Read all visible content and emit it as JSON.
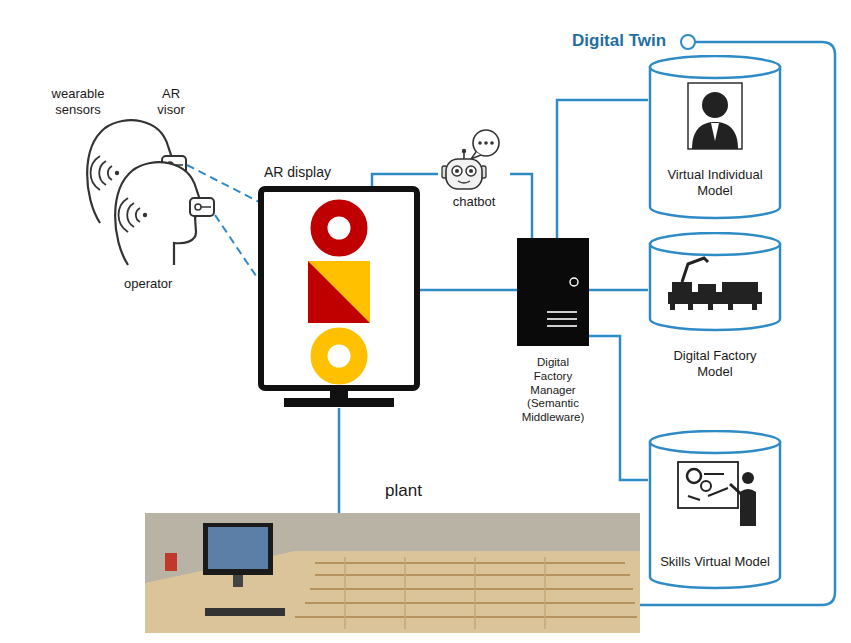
{
  "diagram": {
    "nodes": [
      {
        "text": [
          "AR display"
        ]
      },
      {
        "text": [
          "chatbot"
        ]
      },
      {
        "text": [
          "Digital Factory Manager (Semantic Middleware)"
        ]
      },
      {
        "text": [
          "Virtual Individual Model"
        ]
      },
      {
        "text": [
          "Digital Factory Model"
        ]
      },
      {
        "text": [
          "Skills Virtual Model"
        ]
      },
      {
        "text": [
          "plant"
        ]
      }
    ],
    "edges": [
      {
        "from": 0,
        "to": 1,
        "arrow": "none"
      },
      {
        "from": 1,
        "to": 2,
        "arrow": "none"
      },
      {
        "from": 0,
        "to": 2,
        "arrow": "none"
      },
      {
        "from": 2,
        "to": 3,
        "arrow": "none"
      },
      {
        "from": 2,
        "to": 4,
        "arrow": "none"
      },
      {
        "from": 2,
        "to": 5,
        "arrow": "none"
      },
      {
        "from": 0,
        "to": 6,
        "arrow": "none"
      }
    ],
    "labels": [
      "Digital Twin",
      "wearable sensors",
      "AR visor",
      "operator"
    ]
  }
}
